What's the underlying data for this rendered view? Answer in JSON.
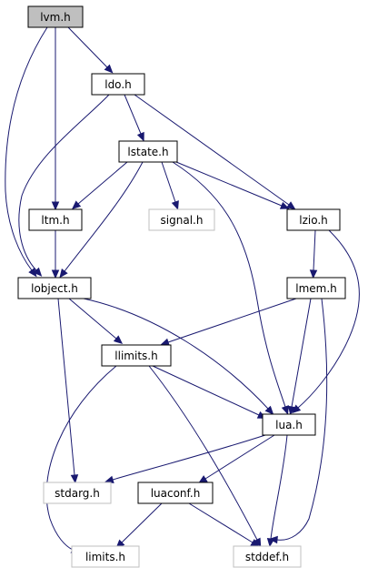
{
  "colors": {
    "edge": "#191970",
    "root_fill": "#bfbfbf",
    "border_dark": "#000000",
    "border_light": "#bfbfbf",
    "text": "#000000"
  },
  "nodes": {
    "lvm": {
      "label": "lvm.h",
      "style": "root"
    },
    "ldo": {
      "label": "ldo.h",
      "style": "documented"
    },
    "lstate": {
      "label": "lstate.h",
      "style": "documented"
    },
    "ltm": {
      "label": "ltm.h",
      "style": "documented"
    },
    "signal": {
      "label": "signal.h",
      "style": "external"
    },
    "lzio": {
      "label": "lzio.h",
      "style": "documented"
    },
    "lobject": {
      "label": "lobject.h",
      "style": "documented"
    },
    "lmem": {
      "label": "lmem.h",
      "style": "documented"
    },
    "llimits": {
      "label": "llimits.h",
      "style": "documented"
    },
    "lua": {
      "label": "lua.h",
      "style": "documented"
    },
    "stdarg": {
      "label": "stdarg.h",
      "style": "external"
    },
    "luaconf": {
      "label": "luaconf.h",
      "style": "documented"
    },
    "limits": {
      "label": "limits.h",
      "style": "external"
    },
    "stddef": {
      "label": "stddef.h",
      "style": "external"
    }
  },
  "edges": [
    {
      "from": "lvm",
      "to": "ldo"
    },
    {
      "from": "lvm",
      "to": "ltm"
    },
    {
      "from": "lvm",
      "to": "lobject"
    },
    {
      "from": "ldo",
      "to": "lstate"
    },
    {
      "from": "ldo",
      "to": "lobject"
    },
    {
      "from": "ldo",
      "to": "lzio"
    },
    {
      "from": "lstate",
      "to": "ltm"
    },
    {
      "from": "lstate",
      "to": "signal"
    },
    {
      "from": "lstate",
      "to": "lzio"
    },
    {
      "from": "lstate",
      "to": "lobject"
    },
    {
      "from": "lstate",
      "to": "lua"
    },
    {
      "from": "ltm",
      "to": "lobject"
    },
    {
      "from": "lzio",
      "to": "lmem"
    },
    {
      "from": "lzio",
      "to": "lua"
    },
    {
      "from": "lobject",
      "to": "llimits"
    },
    {
      "from": "lobject",
      "to": "lua"
    },
    {
      "from": "lobject",
      "to": "stdarg"
    },
    {
      "from": "lmem",
      "to": "llimits"
    },
    {
      "from": "lmem",
      "to": "lua"
    },
    {
      "from": "lmem",
      "to": "stddef"
    },
    {
      "from": "llimits",
      "to": "lua"
    },
    {
      "from": "llimits",
      "to": "limits"
    },
    {
      "from": "llimits",
      "to": "stddef"
    },
    {
      "from": "lua",
      "to": "stdarg"
    },
    {
      "from": "lua",
      "to": "luaconf"
    },
    {
      "from": "lua",
      "to": "stddef"
    },
    {
      "from": "luaconf",
      "to": "limits"
    },
    {
      "from": "luaconf",
      "to": "stddef"
    }
  ]
}
